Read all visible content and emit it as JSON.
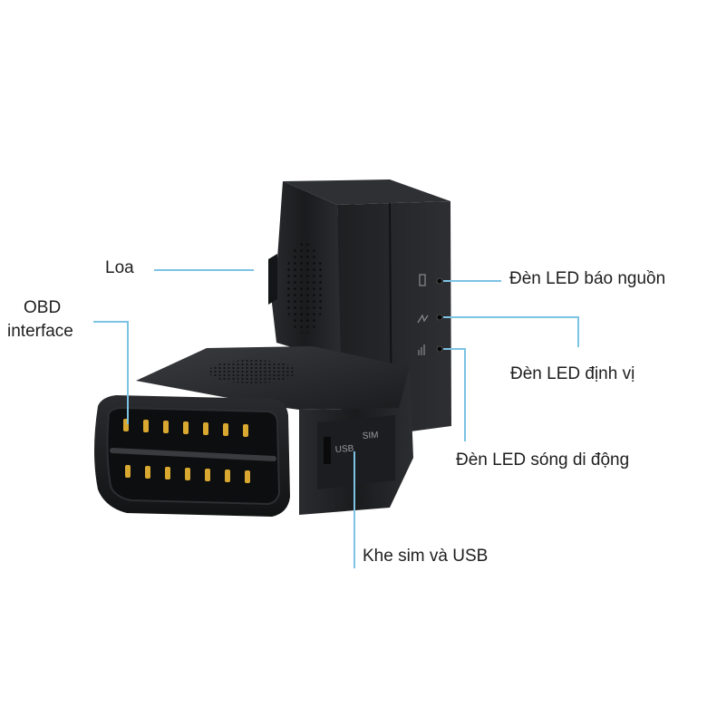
{
  "labels": {
    "speaker": "Loa",
    "obd_line1": "OBD",
    "obd_line2": "interface",
    "power_led": "Đèn LED báo nguồn",
    "gps_led": "Đèn LED định vị",
    "cell_led": "Đèn LED sóng di động",
    "sim_usb": "Khe sim và USB"
  },
  "device_print": {
    "usb": "USB",
    "sim": "SIM"
  },
  "colors": {
    "leader_line": "#7cc3e4",
    "device_body": "#1c1d1f",
    "pins": "#d9a830",
    "label_text": "#1e1e1e"
  }
}
